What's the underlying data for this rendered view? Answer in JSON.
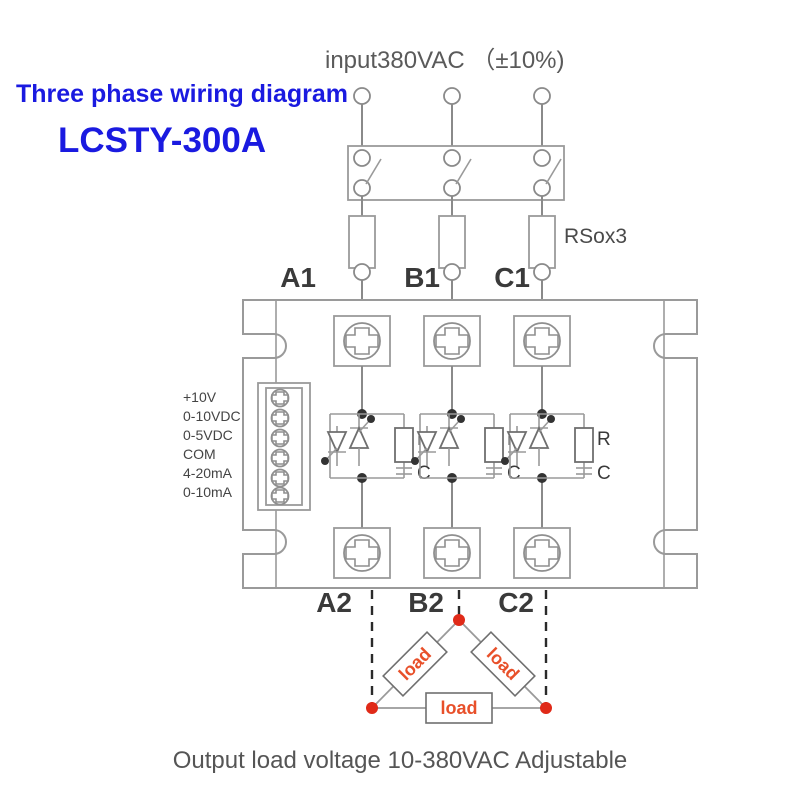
{
  "header": {
    "title": "Three phase wiring diagram",
    "model": "LCSTY-300A",
    "input_label": "input380VAC （±10%)"
  },
  "breaker": {
    "pole_count": 3,
    "name": "three-pole-switch"
  },
  "fuses": {
    "label": "RSox3",
    "count": 3
  },
  "input_terminals": [
    {
      "label": "A1"
    },
    {
      "label": "B1"
    },
    {
      "label": "C1"
    }
  ],
  "output_terminals": [
    {
      "label": "A2"
    },
    {
      "label": "B2"
    },
    {
      "label": "C2"
    }
  ],
  "control_terminals": [
    {
      "label": "+10V"
    },
    {
      "label": "0-10VDC"
    },
    {
      "label": "0-5VDC"
    },
    {
      "label": "COM"
    },
    {
      "label": "4-20mA"
    },
    {
      "label": "0-10mA"
    }
  ],
  "snubber": {
    "resistor_label": "R",
    "capacitor_label": "C"
  },
  "load": {
    "label": "load",
    "connection": "delta",
    "count": 3
  },
  "footer": {
    "caption": "Output load voltage 10-380VAC Adjustable"
  },
  "colors": {
    "brand_blue": "#1a1ae0",
    "load_orange": "#e8502a",
    "node_red": "#e02a18",
    "line_gray": "#8a8a8a",
    "text_gray": "#555555"
  }
}
